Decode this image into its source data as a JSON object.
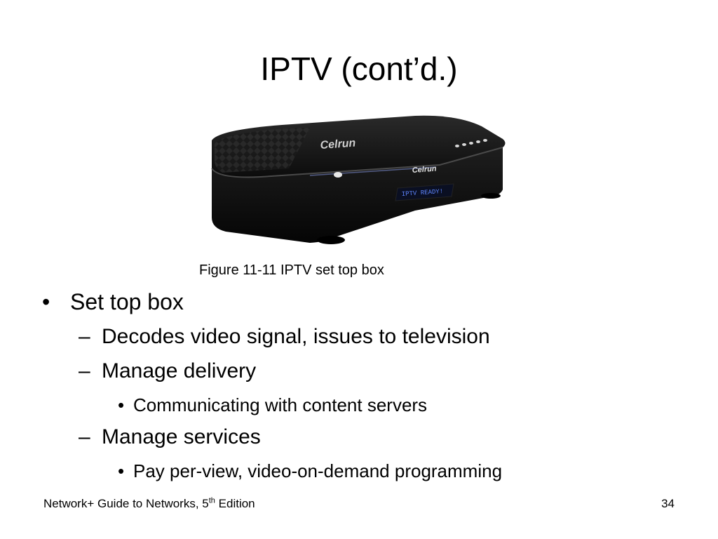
{
  "slide": {
    "title": "IPTV (cont’d.)",
    "figure": {
      "brand_top": "Celrun",
      "brand_front": "Celrun",
      "display_text": "IPTV READY!",
      "caption": "Figure 11-11 IPTV set top box"
    },
    "bullets": [
      {
        "marker": "•",
        "text": "Set top box"
      },
      {
        "marker": "–",
        "text": "Decodes video signal, issues to television"
      },
      {
        "marker": "–",
        "text": "Manage delivery"
      },
      {
        "marker": "•",
        "text": "Communicating with content servers"
      },
      {
        "marker": "–",
        "text": "Manage services"
      },
      {
        "marker": "•",
        "text": "Pay per-view, video-on-demand programming"
      }
    ]
  },
  "footer": {
    "book_prefix": "Network+ Guide to Networks, 5",
    "book_sup": "th",
    "book_suffix": " Edition",
    "page_number": "34"
  },
  "colors": {
    "background": "#ffffff",
    "text": "#000000",
    "device_body": "#141414",
    "display_glow": "#4f6fd8"
  }
}
